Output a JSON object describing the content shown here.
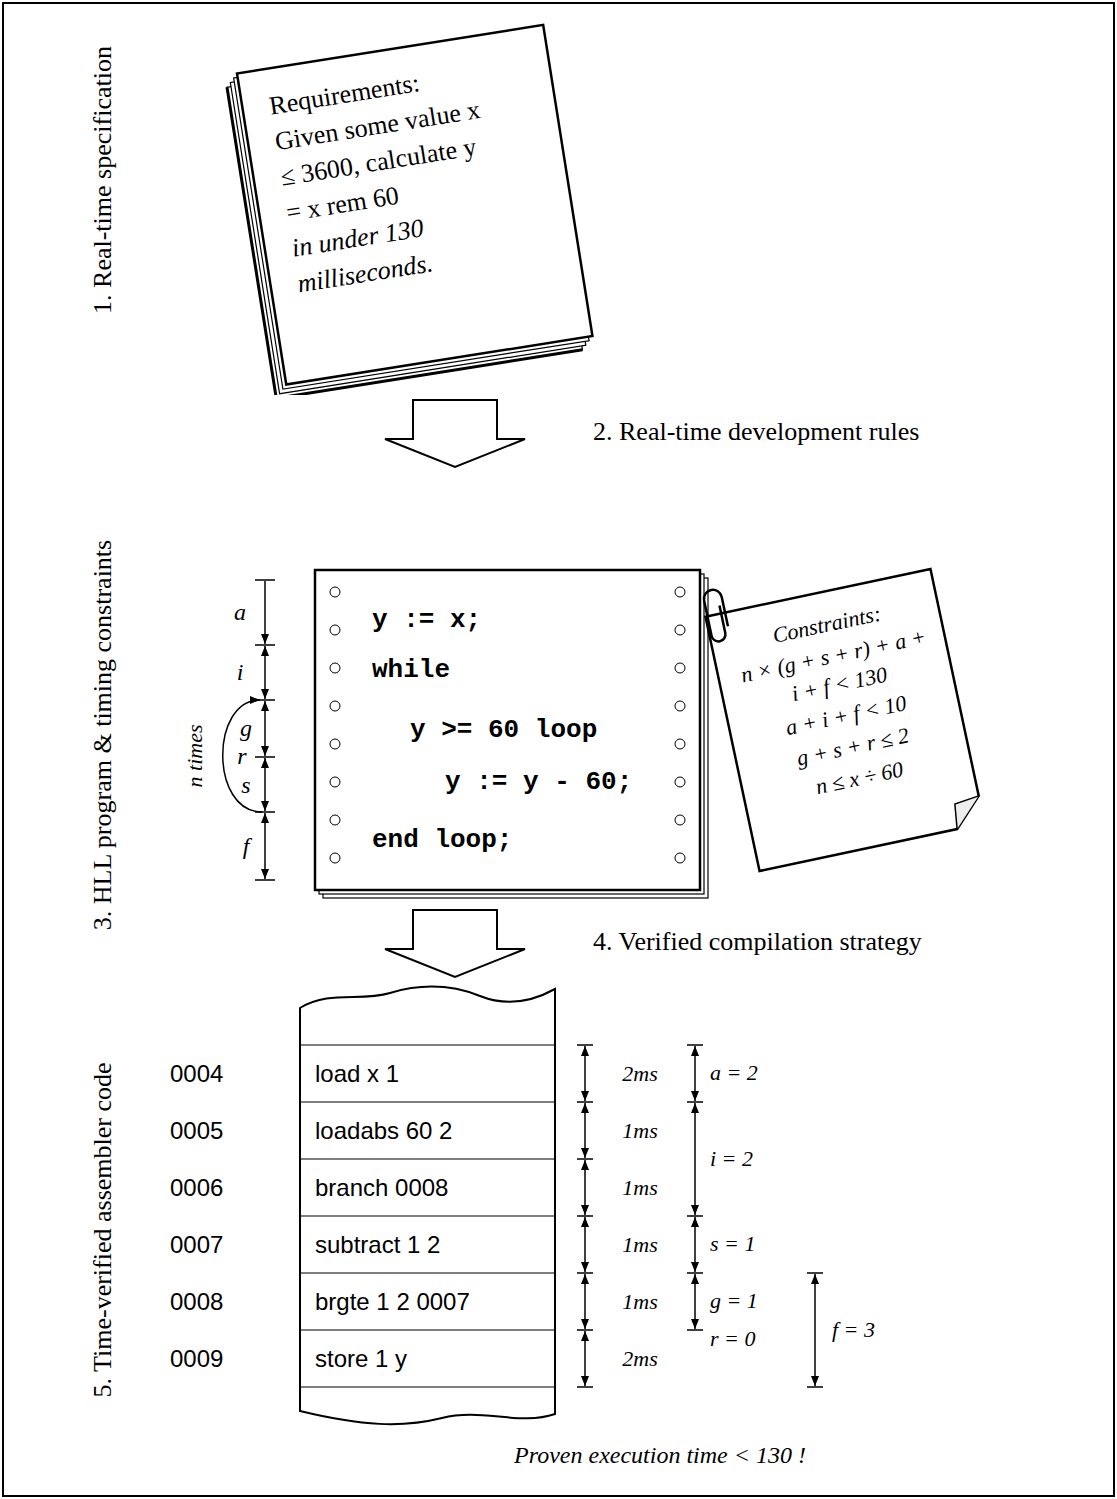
{
  "diagram": {
    "nodes": [
      {
        "text": [
          "Requirements: Given some value x ≤ 3600, calculate y = x rem 60",
          "in under 130 milliseconds."
        ]
      },
      {
        "text": [
          "y := x;",
          "while",
          "y >= 60 loop",
          "y := y - 60;",
          "end loop;"
        ]
      },
      {
        "text": [
          "Constraints:",
          "n × (g + s + r) + a + i + f < 130",
          "a + i + f < 10",
          "g + s + r ≤ 2",
          "n ≤ x ÷ 60"
        ]
      },
      {
        "text": [
          "0004",
          "load x 1"
        ]
      },
      {
        "text": [
          "0005",
          "loadabs 60 2"
        ]
      },
      {
        "text": [
          "0006",
          "branch 0008"
        ]
      },
      {
        "text": [
          "0007",
          "subtract 1 2"
        ]
      },
      {
        "text": [
          "0008",
          "brgte 1 2 0007"
        ]
      },
      {
        "text": [
          "0009",
          "store 1 y"
        ]
      }
    ],
    "edges": [
      {
        "from": 0,
        "to": 1,
        "arrow": "to",
        "label": "2. Real-time development rules"
      },
      {
        "from": 1,
        "to": 3,
        "arrow": "to",
        "label": "4. Verified compilation strategy"
      }
    ],
    "labels": [
      "1. Real-time specification",
      "3. HLL program & timing constraints",
      "5. Time-verified assembler code",
      "a",
      "i",
      "n times",
      "g",
      "r",
      "s",
      "f",
      "2ms",
      "1ms",
      "1ms",
      "1ms",
      "1ms",
      "2ms",
      "a = 2",
      "i = 2",
      "s = 1",
      "g = 1",
      "r = 0",
      "f = 3",
      "Proven execution time < 130 !"
    ]
  }
}
